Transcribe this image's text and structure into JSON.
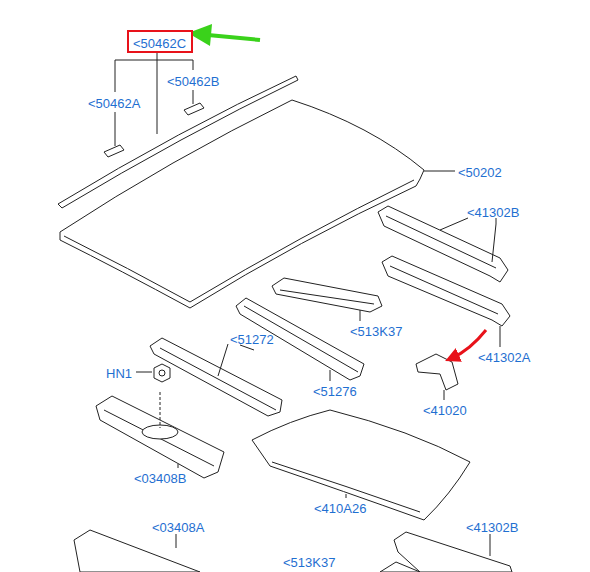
{
  "diagram": {
    "nodes": [
      {
        "text": [
          "<50462C"
        ]
      }
    ],
    "labels": [
      "<50462B",
      "<50462A",
      "<50202",
      "<41302B",
      "<513K37",
      "<41302A",
      "<51272",
      "<51276",
      "HN1",
      "<41020",
      "<03408B",
      "<410A26",
      "<03408A",
      "<41302B",
      "<513K37"
    ]
  }
}
